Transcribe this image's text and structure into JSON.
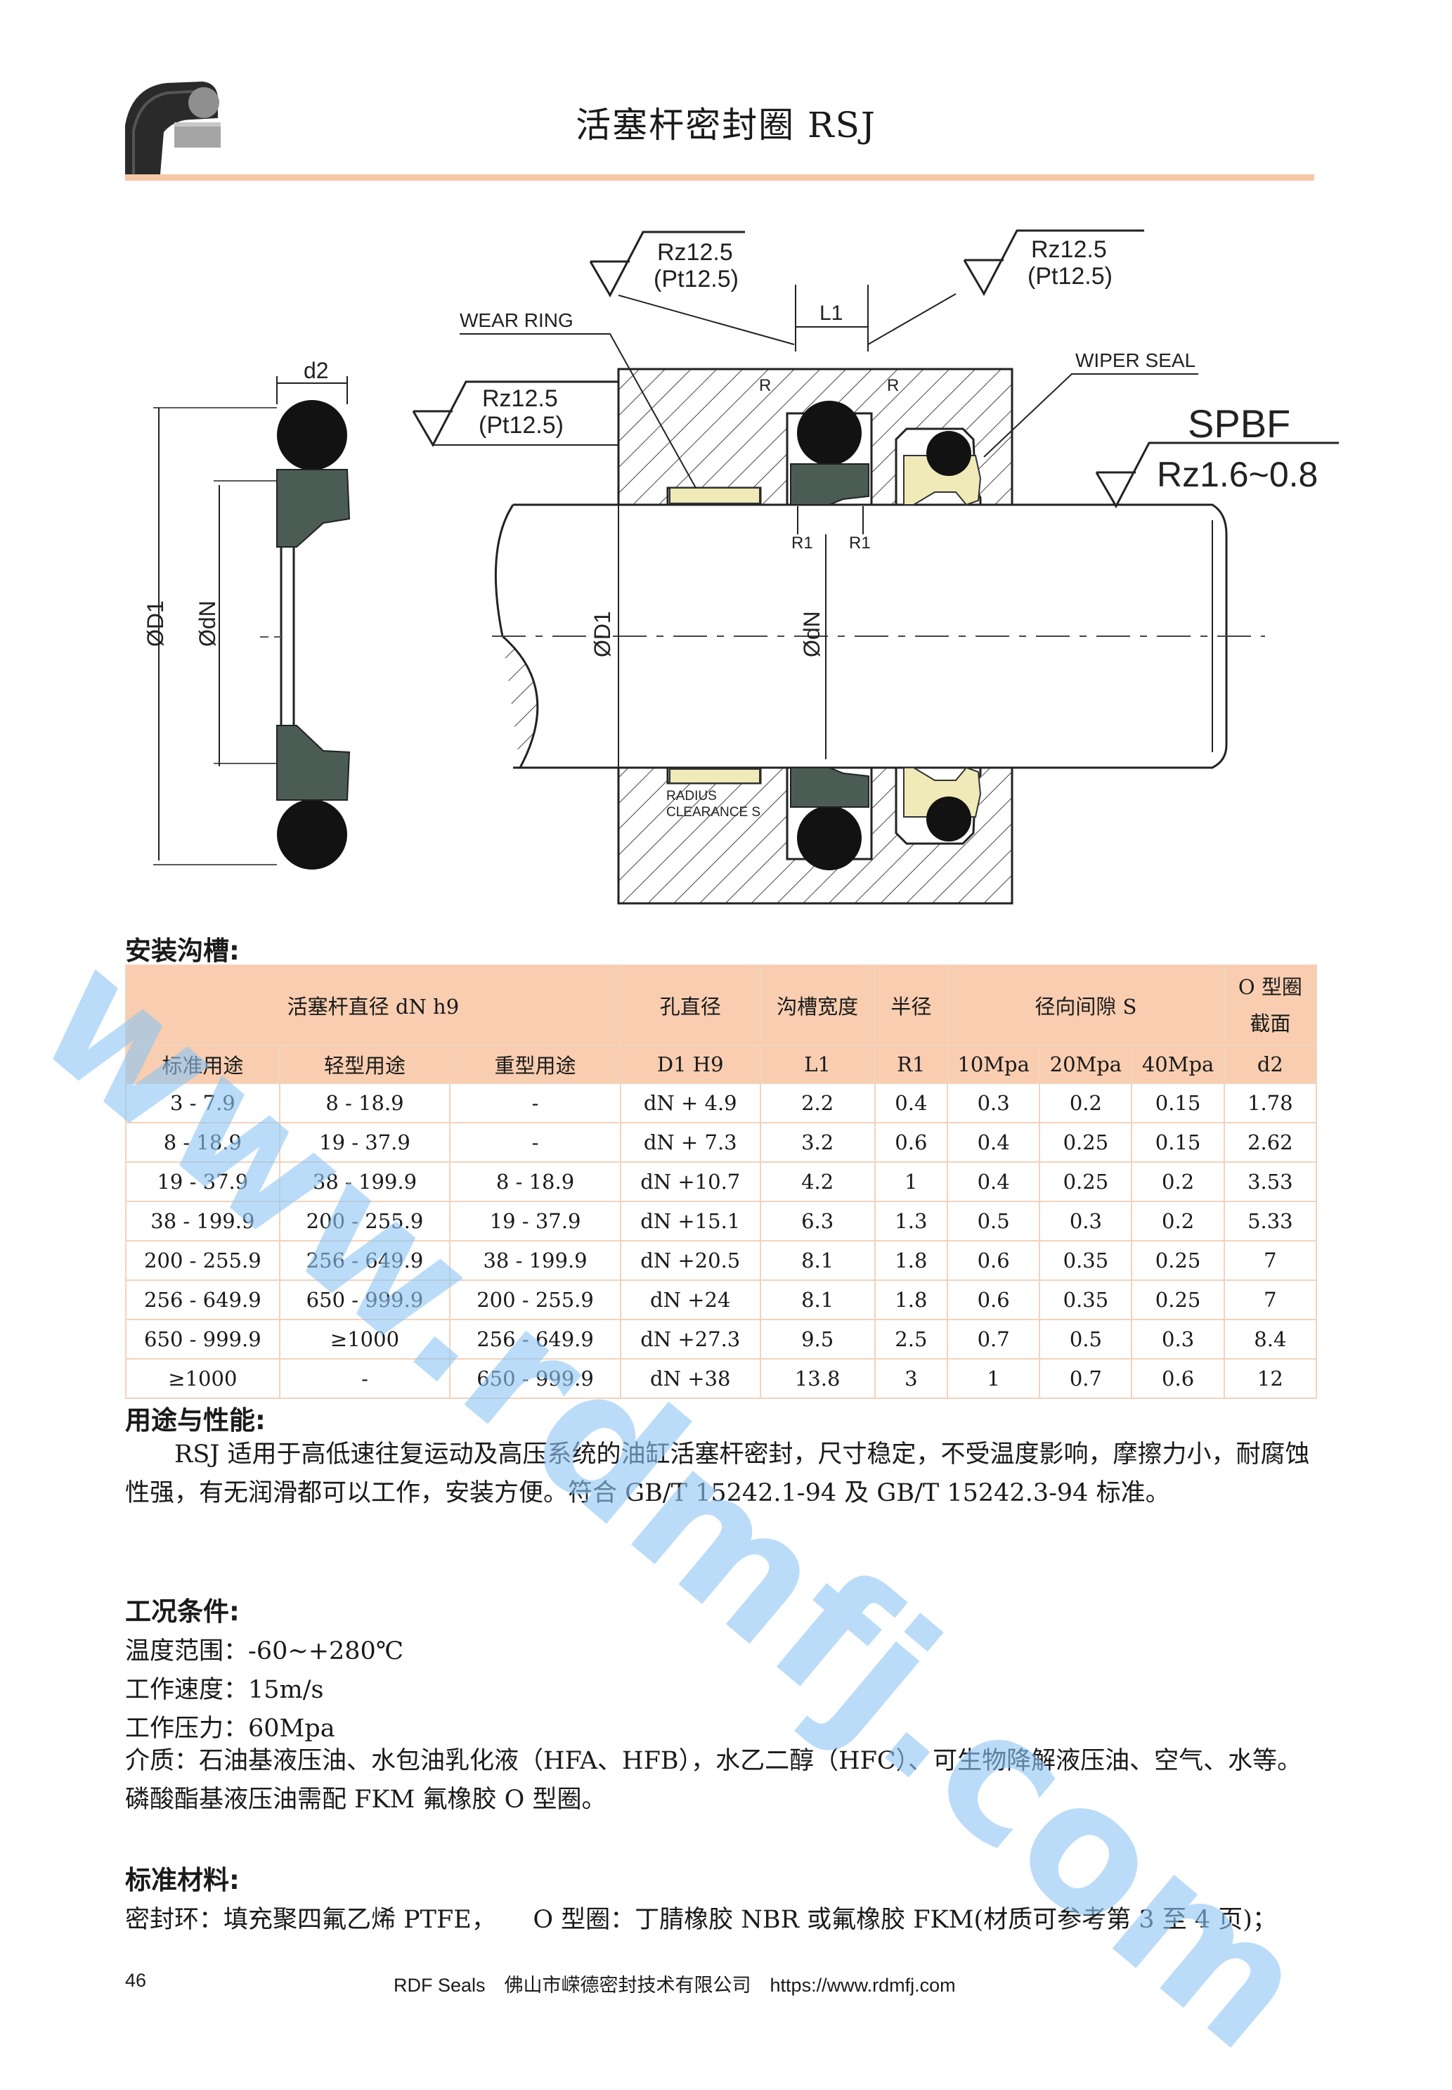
{
  "header": {
    "title": "活塞杆密封圈 RSJ"
  },
  "drawing": {
    "roughness_1": "Rz12.5",
    "roughness_1b": "(Pt12.5)",
    "roughness_2": "Rz12.5",
    "roughness_2b": "(Pt12.5)",
    "roughness_3": "Rz12.5",
    "roughness_3b": "(Pt12.5)",
    "label_l1": "L1",
    "label_wear_ring": "WEAR RING",
    "label_wiper_seal": "WIPER SEAL",
    "label_spbf": "SPBF",
    "label_rz_rod": "Rz1.6~0.8",
    "label_d2": "d2",
    "label_r_left": "R",
    "label_r_right": "R",
    "label_r1_left": "R1",
    "label_r1_right": "R1",
    "label_od1_left": "ØD1",
    "label_odn_left": "ØdN",
    "label_od1_mid": "ØD1",
    "label_odn_mid": "ØdN",
    "label_radius": "RADIUS",
    "label_clearance": "CLEARANCE S",
    "colors": {
      "oring": "#121212",
      "seal": "#4b5c55",
      "wear_ring": "#efeab7",
      "rule": "#f6c7a6",
      "header_fill": "#f8cdb0"
    }
  },
  "sections": {
    "groove": "安装沟槽:",
    "usage": "用途与性能:",
    "conditions": "工况条件:",
    "materials": "标准材料:"
  },
  "table": {
    "group_rod": "活塞杆直径 dN h9",
    "col_bore": "孔直径",
    "col_groove_width": "沟槽宽度",
    "col_radius": "半径",
    "col_clearance": "径向间隙 S",
    "col_oring_1": "O 型圈",
    "col_oring_2": "截面",
    "sub": [
      "标准用途",
      "轻型用途",
      "重型用途",
      "D1 H9",
      "L1",
      "R1",
      "10Mpa",
      "20Mpa",
      "40Mpa",
      "d2"
    ],
    "rows": [
      [
        "3 - 7.9",
        "8 - 18.9",
        "-",
        "dN + 4.9",
        "2.2",
        "0.4",
        "0.3",
        "0.2",
        "0.15",
        "1.78"
      ],
      [
        "8 - 18.9",
        "19 - 37.9",
        "-",
        "dN + 7.3",
        "3.2",
        "0.6",
        "0.4",
        "0.25",
        "0.15",
        "2.62"
      ],
      [
        "19 - 37.9",
        "38 - 199.9",
        "8 - 18.9",
        "dN +10.7",
        "4.2",
        "1",
        "0.4",
        "0.25",
        "0.2",
        "3.53"
      ],
      [
        "38 - 199.9",
        "200 - 255.9",
        "19 - 37.9",
        "dN +15.1",
        "6.3",
        "1.3",
        "0.5",
        "0.3",
        "0.2",
        "5.33"
      ],
      [
        "200 - 255.9",
        "256 - 649.9",
        "38 - 199.9",
        "dN +20.5",
        "8.1",
        "1.8",
        "0.6",
        "0.35",
        "0.25",
        "7"
      ],
      [
        "256 - 649.9",
        "650 - 999.9",
        "200 - 255.9",
        "dN +24",
        "8.1",
        "1.8",
        "0.6",
        "0.35",
        "0.25",
        "7"
      ],
      [
        "650 - 999.9",
        "≥1000",
        "256 - 649.9",
        "dN +27.3",
        "9.5",
        "2.5",
        "0.7",
        "0.5",
        "0.3",
        "8.4"
      ],
      [
        "≥1000",
        "-",
        "650 - 999.9",
        "dN +38",
        "13.8",
        "3",
        "1",
        "0.7",
        "0.6",
        "12"
      ]
    ]
  },
  "usage_text": "RSJ 适用于高低速往复运动及高压系统的油缸活塞杆密封，尺寸稳定，不受温度影响，摩擦力小，耐腐蚀性强，有无润滑都可以工作，安装方便。符合 GB/T 15242.1-94 及 GB/T 15242.3-94 标准。",
  "conditions": {
    "temp": "温度范围：-60~+280℃",
    "speed": "工作速度：15m/s",
    "pressure": "工作压力：60Mpa",
    "media": "介质：石油基液压油、水包油乳化液（HFA、HFB），水乙二醇（HFC）、可生物降解液压油、空气、水等。磷酸酯基液压油需配 FKM 氟橡胶 O 型圈。"
  },
  "materials_text": "密封环：填充聚四氟乙烯 PTFE，　　O 型圈：丁腈橡胶 NBR 或氟橡胶 FKM(材质可参考第 3 至 4 页)；",
  "watermark": "www.rdmfj.com",
  "footer": {
    "page": "46",
    "company": "RDF Seals　佛山市嵘德密封技术有限公司　https://www.rdmfj.com"
  }
}
